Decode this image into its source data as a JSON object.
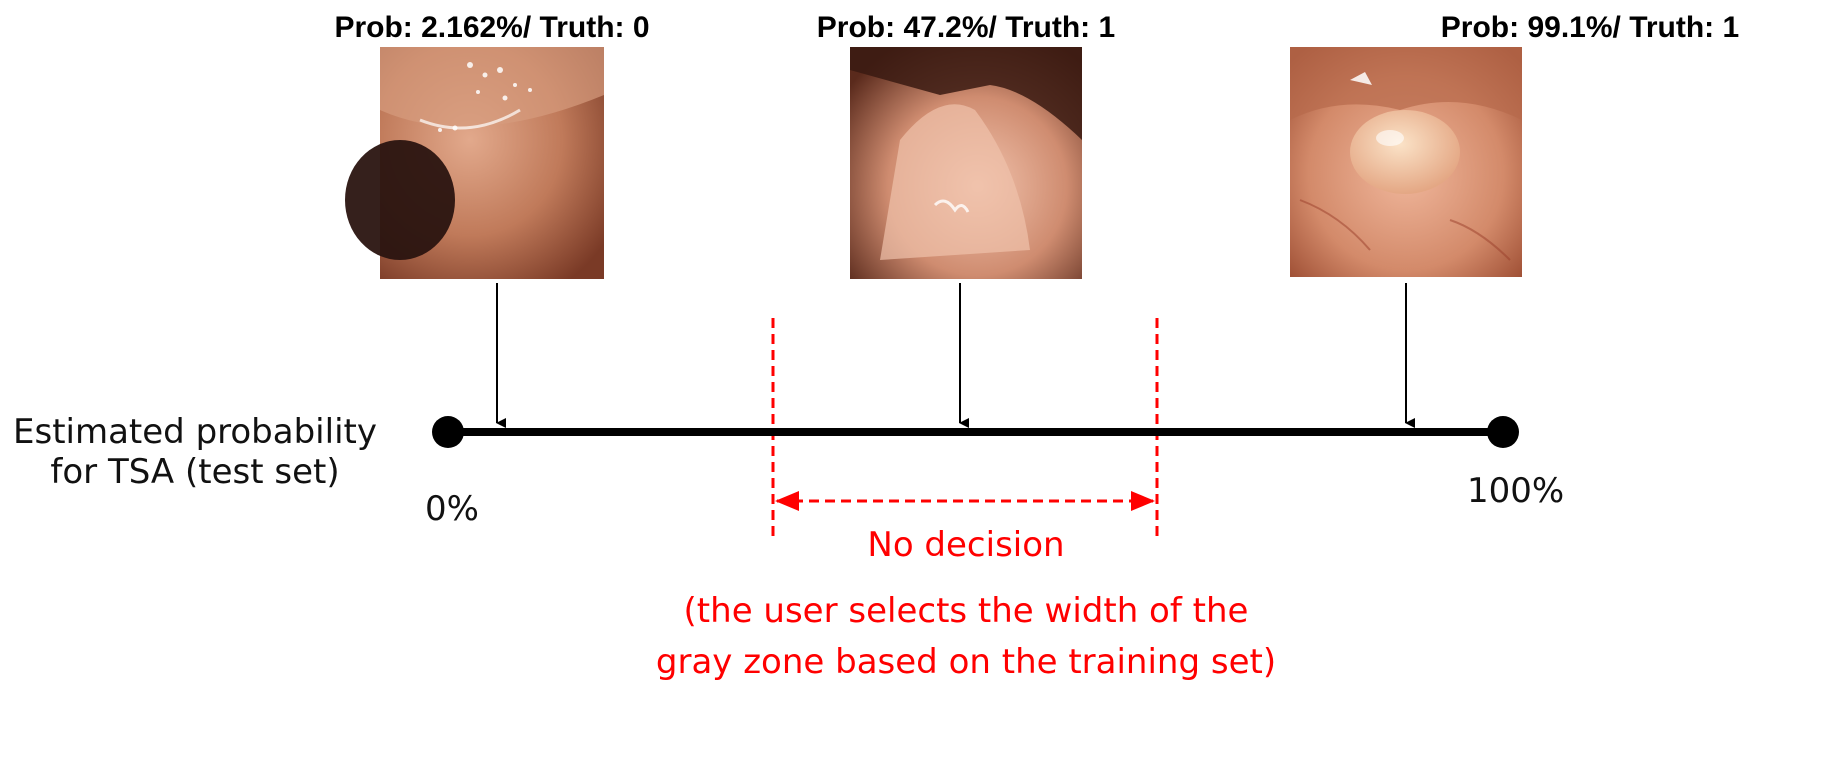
{
  "colors": {
    "axis": "#000000",
    "gray_zone": "#ff0000",
    "label": "#000000"
  },
  "images": [
    {
      "label": "Prob: 2.162%/ Truth: 0",
      "probability_percent": 2.162,
      "truth": 0,
      "depiction": "endoscopy-photo-no-lesion"
    },
    {
      "label": "Prob: 47.2%/ Truth: 1",
      "probability_percent": 47.2,
      "truth": 1,
      "depiction": "endoscopy-photo-flat-lesion"
    },
    {
      "label": "Prob: 99.1%/ Truth: 1",
      "probability_percent": 99.1,
      "truth": 1,
      "depiction": "endoscopy-photo-polyp"
    }
  ],
  "axis": {
    "title_line1": "Estimated probability",
    "title_line2": "for TSA (test set)",
    "min_label": "0%",
    "max_label": "100%"
  },
  "gray_zone": {
    "label": "No decision",
    "note_line1": "(the user selects the width of the",
    "note_line2": "gray zone based on the training set)"
  }
}
